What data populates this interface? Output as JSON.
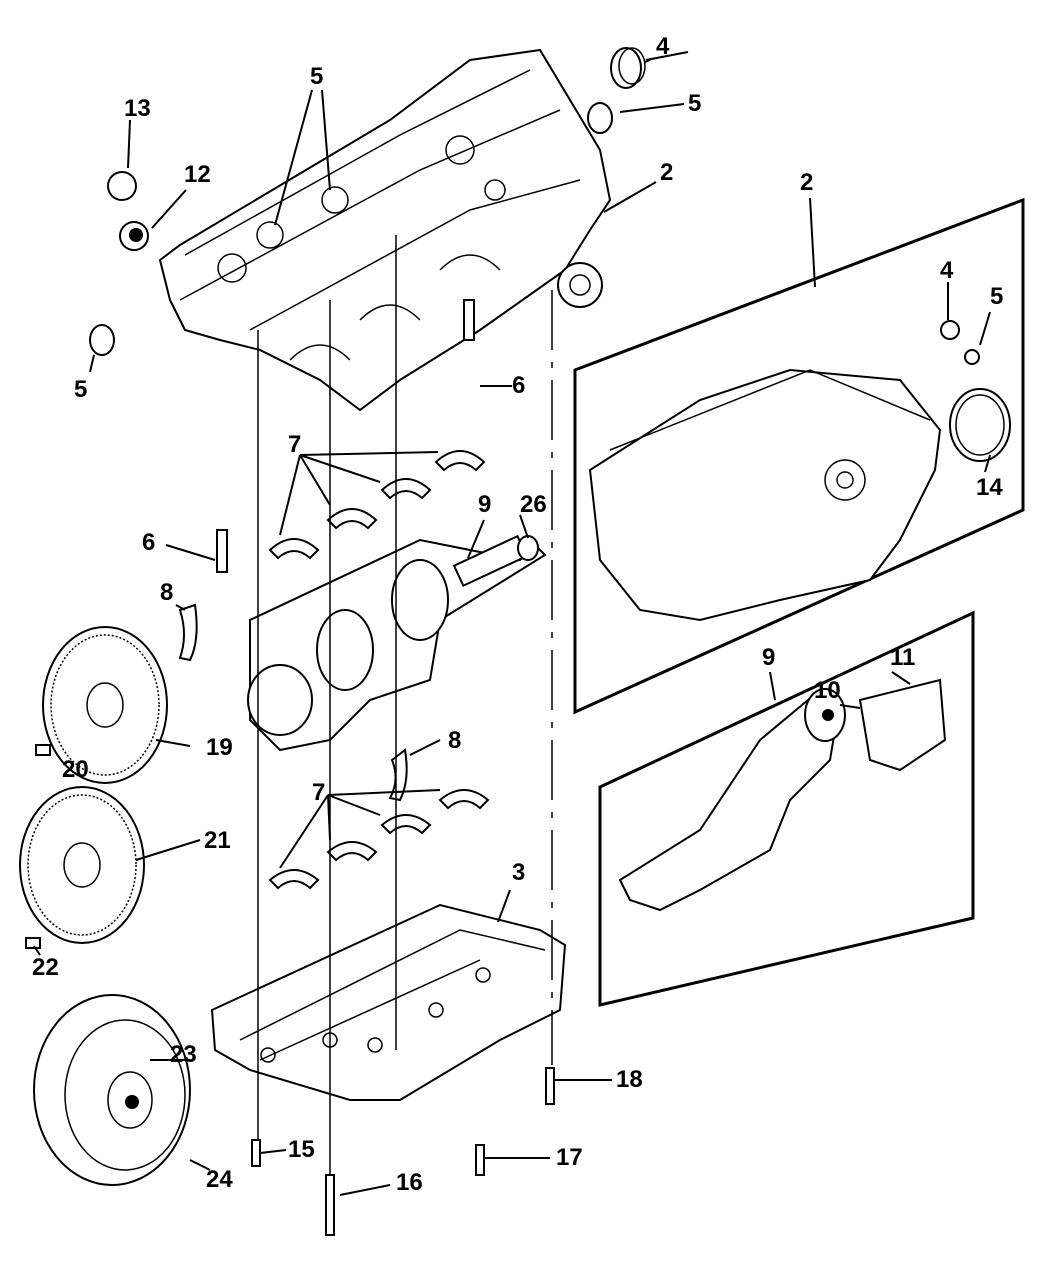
{
  "diagram": {
    "type": "exploded-parts-diagram",
    "subject": "Engine block, crankshaft, bearings, flywheel, torque converter",
    "callouts": [
      {
        "id": "c2a",
        "label": "2"
      },
      {
        "id": "c2b",
        "label": "2"
      },
      {
        "id": "c3",
        "label": "3"
      },
      {
        "id": "c4a",
        "label": "4"
      },
      {
        "id": "c4b",
        "label": "4"
      },
      {
        "id": "c5a",
        "label": "5"
      },
      {
        "id": "c5b",
        "label": "5"
      },
      {
        "id": "c5c",
        "label": "5"
      },
      {
        "id": "c5d",
        "label": "5"
      },
      {
        "id": "c6a",
        "label": "6"
      },
      {
        "id": "c6b",
        "label": "6"
      },
      {
        "id": "c7a",
        "label": "7"
      },
      {
        "id": "c7b",
        "label": "7"
      },
      {
        "id": "c8a",
        "label": "8"
      },
      {
        "id": "c8b",
        "label": "8"
      },
      {
        "id": "c9a",
        "label": "9"
      },
      {
        "id": "c9b",
        "label": "9"
      },
      {
        "id": "c10",
        "label": "10"
      },
      {
        "id": "c11",
        "label": "11"
      },
      {
        "id": "c12",
        "label": "12"
      },
      {
        "id": "c13",
        "label": "13"
      },
      {
        "id": "c14",
        "label": "14"
      },
      {
        "id": "c15",
        "label": "15"
      },
      {
        "id": "c16",
        "label": "16"
      },
      {
        "id": "c17",
        "label": "17"
      },
      {
        "id": "c18",
        "label": "18"
      },
      {
        "id": "c19",
        "label": "19"
      },
      {
        "id": "c20",
        "label": "20"
      },
      {
        "id": "c21",
        "label": "21"
      },
      {
        "id": "c22",
        "label": "22"
      },
      {
        "id": "c23",
        "label": "23"
      },
      {
        "id": "c24",
        "label": "24"
      },
      {
        "id": "c26",
        "label": "26"
      }
    ]
  }
}
